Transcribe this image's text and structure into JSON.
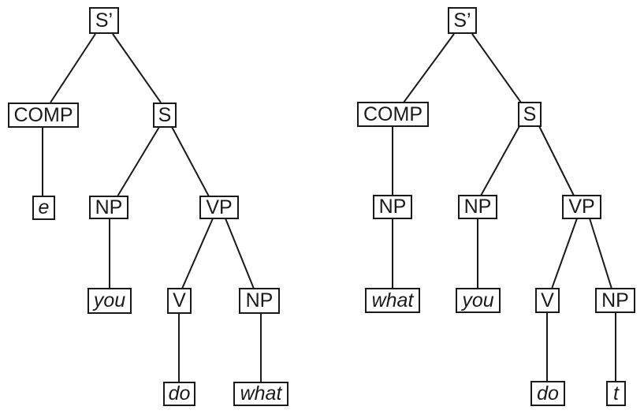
{
  "figure": {
    "description": "Two syntactic phrase-structure trees showing wh-movement: left tree with 'what' in object position, right tree with 'what' moved to COMP leaving trace t",
    "background_color": "#ffffff",
    "line_color": "#1a1a1a",
    "box_border_color": "#1a1a1a",
    "text_color": "#1a1a1a"
  },
  "trees": [
    {
      "name": "left-tree",
      "nodes": {
        "s_bar": "S’",
        "comp": "COMP",
        "s": "S",
        "e": "e",
        "np_subj": "NP",
        "vp": "VP",
        "you": "you",
        "v": "V",
        "np_obj": "NP",
        "do": "do",
        "what": "what"
      },
      "edges": [
        [
          "S’",
          "COMP"
        ],
        [
          "S’",
          "S"
        ],
        [
          "COMP",
          "e"
        ],
        [
          "S",
          "NP"
        ],
        [
          "S",
          "VP"
        ],
        [
          "NP",
          "you"
        ],
        [
          "VP",
          "V"
        ],
        [
          "VP",
          "NP"
        ],
        [
          "V",
          "do"
        ],
        [
          "NP",
          "what"
        ]
      ]
    },
    {
      "name": "right-tree",
      "nodes": {
        "s_bar": "S’",
        "comp": "COMP",
        "s": "S",
        "np_comp": "NP",
        "np_subj": "NP",
        "vp": "VP",
        "what": "what",
        "you": "you",
        "v": "V",
        "np_obj": "NP",
        "do": "do",
        "t": "t"
      },
      "edges": [
        [
          "S’",
          "COMP"
        ],
        [
          "S’",
          "S"
        ],
        [
          "COMP",
          "NP"
        ],
        [
          "S",
          "NP"
        ],
        [
          "S",
          "VP"
        ],
        [
          "NP",
          "what"
        ],
        [
          "NP",
          "you"
        ],
        [
          "VP",
          "V"
        ],
        [
          "VP",
          "NP"
        ],
        [
          "V",
          "do"
        ],
        [
          "NP",
          "t"
        ]
      ]
    }
  ]
}
